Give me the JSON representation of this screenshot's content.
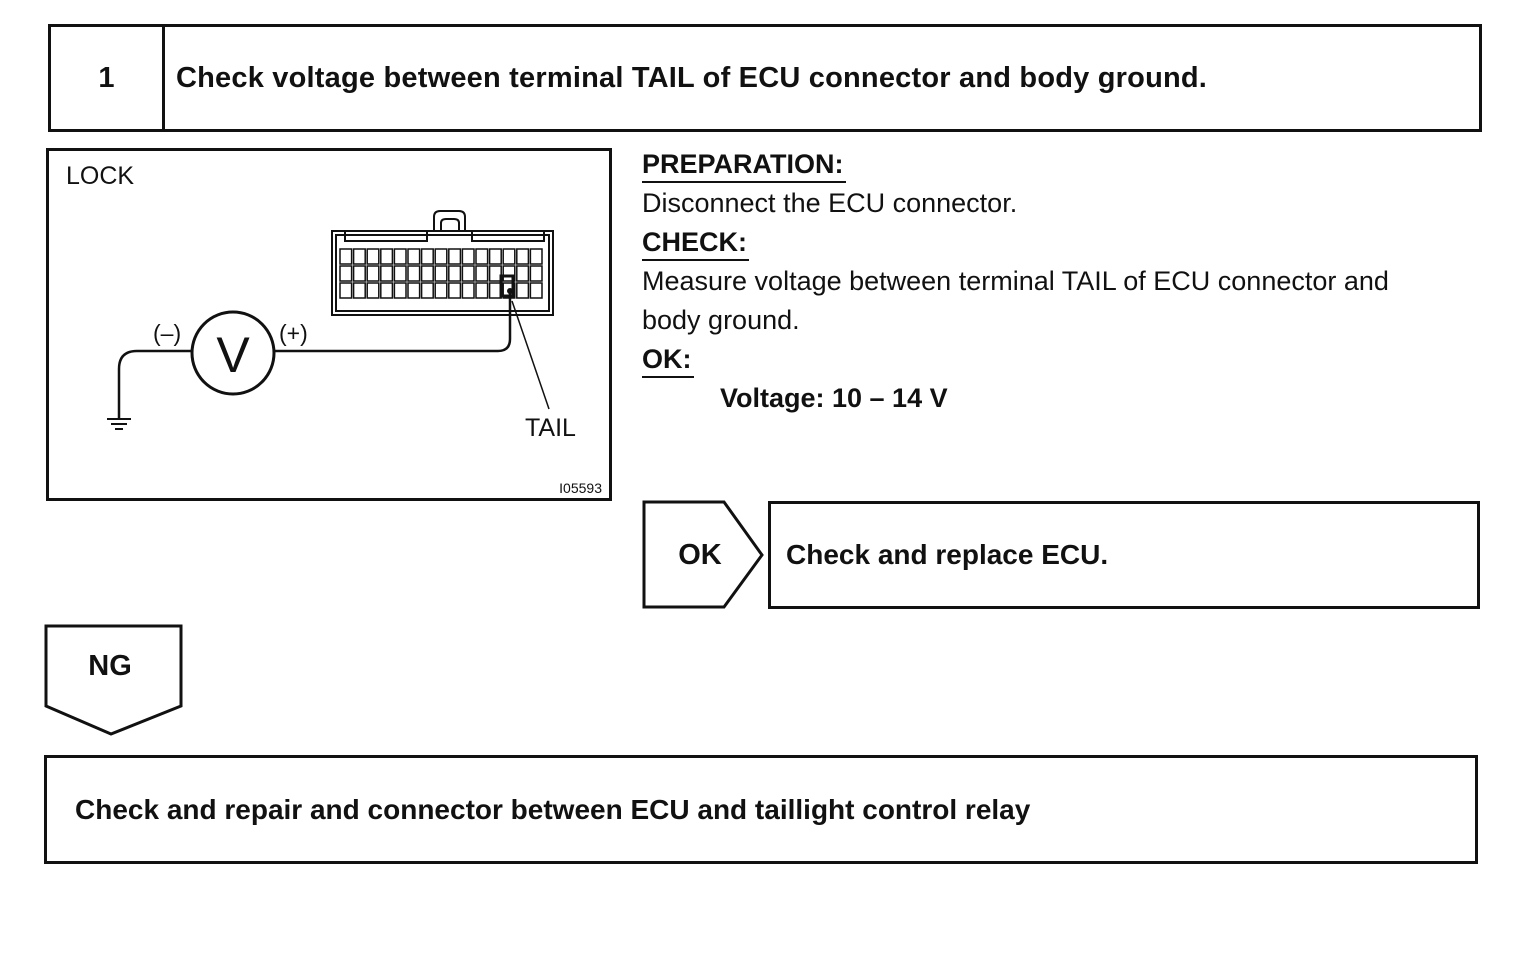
{
  "step": {
    "number": "1",
    "title": "Check voltage between terminal TAIL of ECU connector and body ground."
  },
  "diagram": {
    "lock_label": "LOCK",
    "negative_label": "(–)",
    "positive_label": "(+)",
    "meter_symbol": "V",
    "terminal_label": "TAIL",
    "figure_code": "I05593"
  },
  "preparation": {
    "heading": "PREPARATION:",
    "text": "Disconnect the ECU connector."
  },
  "check": {
    "heading": "CHECK:",
    "text_line1": "Measure voltage between terminal TAIL of ECU connector and",
    "text_line2": "body ground."
  },
  "ok_spec": {
    "heading": "OK:",
    "text": "Voltage: 10 – 14 V"
  },
  "ok_branch": {
    "label": "OK",
    "action": "Check and replace ECU."
  },
  "ng_branch": {
    "label": "NG",
    "action": "Check and repair and connector between ECU and taillight control relay"
  }
}
